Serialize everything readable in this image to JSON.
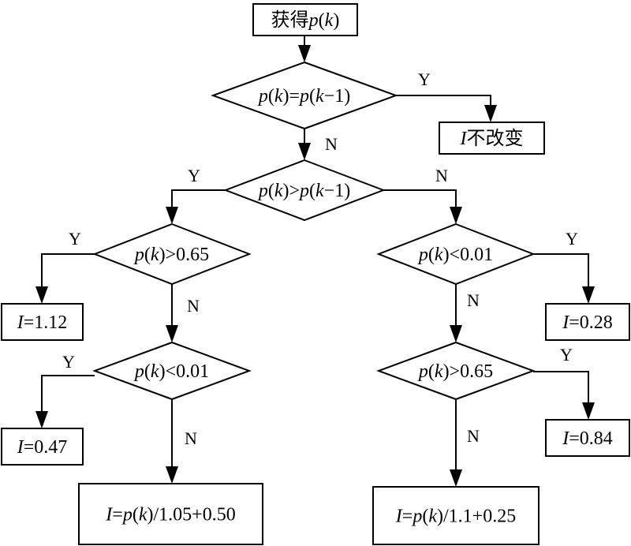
{
  "nodes": {
    "start": {
      "type": "process",
      "parts": [
        {
          "t": "获得",
          "i": false
        },
        {
          "t": "p",
          "i": true
        },
        {
          "t": "(",
          "i": false
        },
        {
          "t": "k",
          "i": true
        },
        {
          "t": ")",
          "i": false
        }
      ]
    },
    "d_equal": {
      "type": "decision",
      "parts": [
        {
          "t": "p",
          "i": true
        },
        {
          "t": "(",
          "i": false
        },
        {
          "t": "k",
          "i": true
        },
        {
          "t": ")=",
          "i": false
        },
        {
          "t": "p",
          "i": true
        },
        {
          "t": "(",
          "i": false
        },
        {
          "t": "k",
          "i": true
        },
        {
          "t": "−1)",
          "i": false
        }
      ]
    },
    "r_unchanged": {
      "type": "process",
      "parts": [
        {
          "t": "I",
          "i": true
        },
        {
          "t": "不改变",
          "i": false
        }
      ]
    },
    "d_greater_prev": {
      "type": "decision",
      "parts": [
        {
          "t": "p",
          "i": true
        },
        {
          "t": "(",
          "i": false
        },
        {
          "t": "k",
          "i": true
        },
        {
          "t": ")>",
          "i": false
        },
        {
          "t": "p",
          "i": true
        },
        {
          "t": "(",
          "i": false
        },
        {
          "t": "k",
          "i": true
        },
        {
          "t": "−1)",
          "i": false
        }
      ]
    },
    "d_left_gt065": {
      "type": "decision",
      "parts": [
        {
          "t": "p",
          "i": true
        },
        {
          "t": "(",
          "i": false
        },
        {
          "t": "k",
          "i": true
        },
        {
          "t": ")>0.65",
          "i": false
        }
      ]
    },
    "r_112": {
      "type": "process",
      "parts": [
        {
          "t": "I",
          "i": true
        },
        {
          "t": "=1.12",
          "i": false
        }
      ]
    },
    "d_left_lt001": {
      "type": "decision",
      "parts": [
        {
          "t": "p",
          "i": true
        },
        {
          "t": "(",
          "i": false
        },
        {
          "t": "k",
          "i": true
        },
        {
          "t": ")<0.01",
          "i": false
        }
      ]
    },
    "r_047": {
      "type": "process",
      "parts": [
        {
          "t": "I",
          "i": true
        },
        {
          "t": "=0.47",
          "i": false
        }
      ]
    },
    "r_formula_left": {
      "type": "process",
      "parts": [
        {
          "t": "I",
          "i": true
        },
        {
          "t": "=",
          "i": false
        },
        {
          "t": "p",
          "i": true
        },
        {
          "t": "(",
          "i": false
        },
        {
          "t": "k",
          "i": true
        },
        {
          "t": ")/1.05+0.50",
          "i": false
        }
      ]
    },
    "d_right_lt001": {
      "type": "decision",
      "parts": [
        {
          "t": "p",
          "i": true
        },
        {
          "t": "(",
          "i": false
        },
        {
          "t": "k",
          "i": true
        },
        {
          "t": ")<0.01",
          "i": false
        }
      ]
    },
    "r_028": {
      "type": "process",
      "parts": [
        {
          "t": "I",
          "i": true
        },
        {
          "t": "=0.28",
          "i": false
        }
      ]
    },
    "d_right_gt065": {
      "type": "decision",
      "parts": [
        {
          "t": "p",
          "i": true
        },
        {
          "t": "(",
          "i": false
        },
        {
          "t": "k",
          "i": true
        },
        {
          "t": ")>0.65",
          "i": false
        }
      ]
    },
    "r_084": {
      "type": "process",
      "parts": [
        {
          "t": "I",
          "i": true
        },
        {
          "t": "=0.84",
          "i": false
        }
      ]
    },
    "r_formula_right": {
      "type": "process",
      "parts": [
        {
          "t": "I",
          "i": true
        },
        {
          "t": "=",
          "i": false
        },
        {
          "t": "p",
          "i": true
        },
        {
          "t": "(",
          "i": false
        },
        {
          "t": "k",
          "i": true
        },
        {
          "t": ")/1.1+0.25",
          "i": false
        }
      ]
    }
  },
  "edges": [
    {
      "from": "start",
      "to": "d_equal",
      "label": ""
    },
    {
      "from": "d_equal",
      "to": "r_unchanged",
      "label": "Y"
    },
    {
      "from": "d_equal",
      "to": "d_greater_prev",
      "label": "N"
    },
    {
      "from": "d_greater_prev",
      "to": "d_left_gt065",
      "label": "Y"
    },
    {
      "from": "d_greater_prev",
      "to": "d_right_lt001",
      "label": "N"
    },
    {
      "from": "d_left_gt065",
      "to": "r_112",
      "label": "Y"
    },
    {
      "from": "d_left_gt065",
      "to": "d_left_lt001",
      "label": "N"
    },
    {
      "from": "d_left_lt001",
      "to": "r_047",
      "label": "Y"
    },
    {
      "from": "d_left_lt001",
      "to": "r_formula_left",
      "label": "N"
    },
    {
      "from": "d_right_lt001",
      "to": "r_028",
      "label": "Y"
    },
    {
      "from": "d_right_lt001",
      "to": "d_right_gt065",
      "label": "N"
    },
    {
      "from": "d_right_gt065",
      "to": "r_084",
      "label": "Y"
    },
    {
      "from": "d_right_gt065",
      "to": "r_formula_right",
      "label": "N"
    }
  ],
  "colors": {
    "stroke": "#000000",
    "background": "#ffffff"
  }
}
